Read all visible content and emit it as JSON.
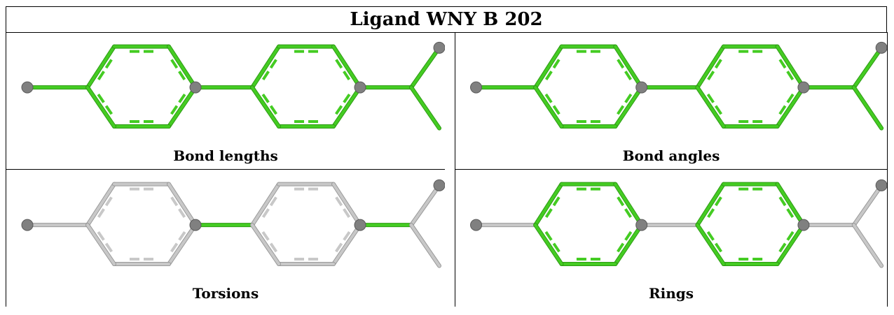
{
  "title": "Ligand WNY B 202",
  "panels": [
    {
      "caption": "Bond lengths",
      "mode": "lengths"
    },
    {
      "caption": "Bond angles",
      "mode": "angles"
    },
    {
      "caption": "Torsions",
      "mode": "torsions"
    },
    {
      "caption": "Rings",
      "mode": "rings"
    }
  ],
  "colors": {
    "highlight": "#44cc22",
    "highlight_edge": "#2e9a14",
    "inactive": "#c8c8c8",
    "inactive_edge": "#9a9a9a",
    "atom": "#808080"
  }
}
